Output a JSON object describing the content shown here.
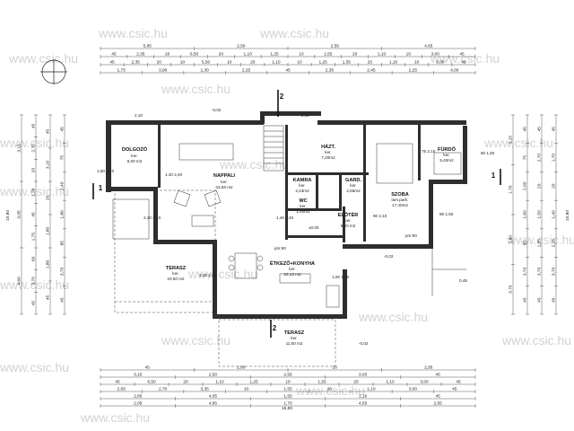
{
  "watermark": "www.csic.hu",
  "rooms": [
    {
      "id": "dolgozo",
      "name": "DOLGOZÓ",
      "floor": "ker.",
      "area": "8,00 m2"
    },
    {
      "id": "nappali",
      "name": "NAPPALI",
      "floor": "ker.",
      "area": "33,58 m2"
    },
    {
      "id": "haztart",
      "name": "HÁZT.",
      "floor": "ker.",
      "area": "7,20m2"
    },
    {
      "id": "kamra",
      "name": "KAMRA",
      "floor": "ker.",
      "area": "2,23m2"
    },
    {
      "id": "gard",
      "name": "GARD.",
      "floor": "ker.",
      "area": "2,56m2"
    },
    {
      "id": "wc",
      "name": "WC",
      "floor": "ker.",
      "area": "1,90m2"
    },
    {
      "id": "eloter",
      "name": "ELŐTÉR",
      "floor": "ker.",
      "area": "8,20 m2"
    },
    {
      "id": "szoba",
      "name": "SZOBA",
      "floor": "lam.park.",
      "area": "17,40m2"
    },
    {
      "id": "furdo",
      "name": "FÜRDŐ",
      "floor": "ker.",
      "area": "5,40m2"
    },
    {
      "id": "etkezo",
      "name": "ÉTKEZŐ+KONYHA",
      "floor": "ker.",
      "area": "22,13 m2"
    },
    {
      "id": "terasz1",
      "name": "TERASZ",
      "floor": "ker.",
      "area": "20,50 m2"
    },
    {
      "id": "terasz2",
      "name": "TERASZ",
      "floor": "ker.",
      "area": "11,50 m2"
    }
  ],
  "section_marks": {
    "top": "2",
    "bottom": "2",
    "left": "1",
    "right": "1"
  },
  "level_marks": [
    "-0,02",
    "-0,02",
    "±0,00",
    "-0,02",
    "0,45"
  ],
  "opening_notes": [
    "2,10",
    "2,10",
    "1,60\n2,40",
    "1,40\n2,40",
    "2,20\n2,40",
    "1,45\n2,40",
    "3,25\n2,40",
    "pm:90",
    "pm:90",
    "90\n1,50",
    "60\n1,50",
    "75\n2,10",
    "90\n2,10",
    "1,00\n1,50"
  ],
  "dim_top": [
    [
      "5,85",
      "2,50",
      "2,55",
      "4,65"
    ],
    [
      "45",
      "2,35",
      "20",
      "6,50",
      "20",
      "1,10",
      "1,25",
      "10",
      "1,55",
      "20",
      "1,10",
      "10",
      "3,00",
      "45"
    ],
    [
      "45",
      "2,35",
      "20",
      "10",
      "5,50",
      "10",
      "20",
      "1,10",
      "10",
      "1,25",
      "1,55",
      "20",
      "1,10",
      "10",
      "3,00",
      "45"
    ],
    [
      "1,75",
      "3,90",
      "1,30",
      "2,25",
      "45",
      "2,35",
      "2,45",
      "2,25",
      "4,00"
    ]
  ],
  "dim_bottom": [
    [
      "45",
      "2,00",
      "20",
      "2,95"
    ],
    [
      "3,15",
      "2,50",
      "2,55",
      "3,00",
      "45"
    ],
    [
      "45",
      "6,50",
      "20",
      "1,10",
      "1,25",
      "10",
      "1,55",
      "20",
      "1,10",
      "3,00",
      "45"
    ],
    [
      "2,65",
      "2,70",
      "3,35",
      "10",
      "1,55",
      "20",
      "1,10",
      "3,00",
      "45"
    ],
    [
      "2,85",
      "4,05",
      "1,55",
      "1,10",
      "45"
    ],
    [
      "2,05",
      "4,65",
      "1,70",
      "4,55",
      "2,55"
    ]
  ],
  "total_length": "16,80",
  "dim_left": [
    [
      "3,15",
      "3,05",
      "4,60"
    ],
    [
      "45",
      "2,70",
      "20",
      "1,20",
      "45",
      "1,75",
      "60",
      "3,70",
      "45"
    ],
    [
      "45",
      "3,10",
      "20",
      "1,80",
      "1,80",
      "45"
    ],
    [
      "45",
      "75",
      "2,40",
      "1,80",
      "85",
      "3,70",
      "45"
    ]
  ],
  "dim_right": [
    [
      "3,15",
      "1,70",
      "1,80",
      "3,70"
    ],
    [
      "45",
      "75",
      "2,00",
      "1,60",
      "90",
      "3,70",
      "45"
    ],
    [
      "45",
      "2,70",
      "20",
      "1,50",
      "1,55",
      "3,70",
      "45"
    ],
    [
      "45",
      "1,70",
      "20",
      "1,40",
      "2,15",
      "3,70",
      "45"
    ]
  ],
  "total_height": "10,80"
}
